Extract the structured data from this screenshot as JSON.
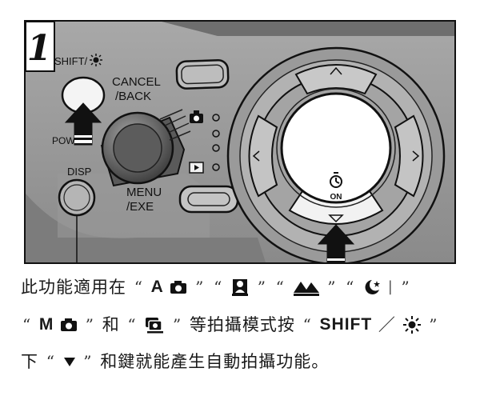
{
  "step_number": "1",
  "labels": {
    "shift": "SHIFT/",
    "cancel_back": [
      "CANCEL",
      "/BACK"
    ],
    "power": "POWER",
    "disp": "DISP",
    "menu_exe": [
      "MENU",
      "/EXE"
    ],
    "on": "ON"
  },
  "instruction": {
    "line1_prefix": "此功能適用在",
    "mode_a": "A",
    "line2_mode_m": "M",
    "line2_and": "和",
    "line2_text": "等拍攝模式按",
    "shift_key": "SHIFT",
    "slash": "／",
    "line3_prefix": "下",
    "line3_text": "和鍵就能產生自動拍攝功能。"
  }
}
